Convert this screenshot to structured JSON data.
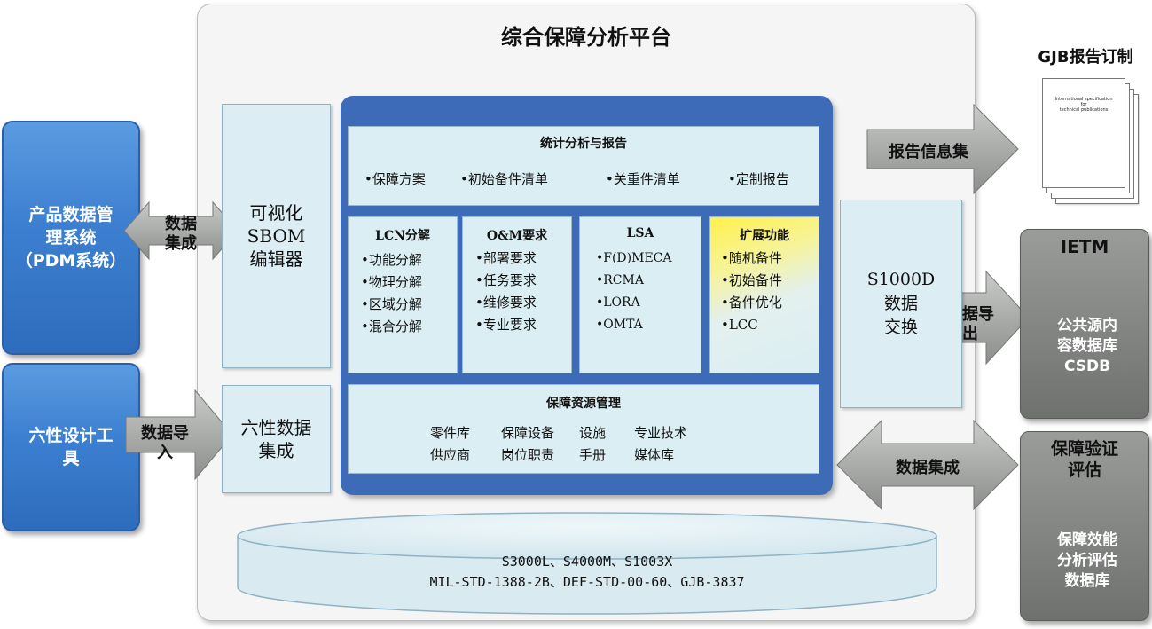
{
  "platform": {
    "title": "综合保障分析平台"
  },
  "left": {
    "pdm": "产品数据管理系统（PDM系统）",
    "pdm_lines": [
      "产品数据管",
      "理系统",
      "（PDM系统）"
    ],
    "six": [
      "六性设计工",
      "具"
    ]
  },
  "arrows": {
    "data_integration_1": [
      "数据",
      "集成"
    ],
    "data_import": [
      "数据导",
      "入"
    ],
    "report_info": "报告信息集",
    "data_export": [
      "数据导",
      "出"
    ],
    "data_integration_2": "数据集成"
  },
  "sbom": [
    "可视化",
    "SBOM",
    "编辑器"
  ],
  "six_data": [
    "六性数据",
    "集成"
  ],
  "stats": {
    "title": "统计分析与报告",
    "items": [
      "•保障方案",
      "•初始备件清单",
      "•关重件清单",
      "•定制报告"
    ]
  },
  "panels": [
    {
      "title": "LCN分解",
      "items": [
        "•功能分解",
        "•物理分解",
        "•区域分解",
        "•混合分解"
      ]
    },
    {
      "title": "O&M要求",
      "items": [
        "•部署要求",
        "•任务要求",
        "•维修要求",
        "•专业要求"
      ]
    },
    {
      "title": "LSA",
      "items": [
        "•F(D)MECA",
        "•RCMA",
        "•LORA",
        "•OMTA"
      ]
    },
    {
      "title": "扩展功能",
      "items": [
        "•随机备件",
        "•初始备件",
        "•备件优化",
        "•LCC"
      ]
    }
  ],
  "resources": {
    "title": "保障资源管理",
    "row1": [
      "零件库",
      "保障设备",
      "设施",
      "专业技术"
    ],
    "row2": [
      "供应商",
      "岗位职责",
      "手册",
      "媒体库"
    ]
  },
  "s1000d": [
    "S1000D",
    "数据",
    "交换"
  ],
  "standards": {
    "line1": "S3000L、S4000M、S1003X",
    "line2": "MIL-STD-1388-2B、DEF-STD-00-60、GJB-3837"
  },
  "gjb": {
    "title": "GJB报告订制",
    "doc_text": [
      "International specification",
      "for",
      "technical publications"
    ]
  },
  "ietm": {
    "title": "IETM",
    "db": [
      "公共源内",
      "容数据库",
      "CSDB"
    ]
  },
  "verify": {
    "title": [
      "保障验证",
      "评估"
    ],
    "db": [
      "保障效能",
      "分析评估",
      "数据库"
    ]
  },
  "colors": {
    "blue": "#3c7fd0",
    "navy": "#3e6bb8",
    "panel": "#dbeef3",
    "highlight": "#fff24a",
    "gray": "#7d7f7d"
  }
}
